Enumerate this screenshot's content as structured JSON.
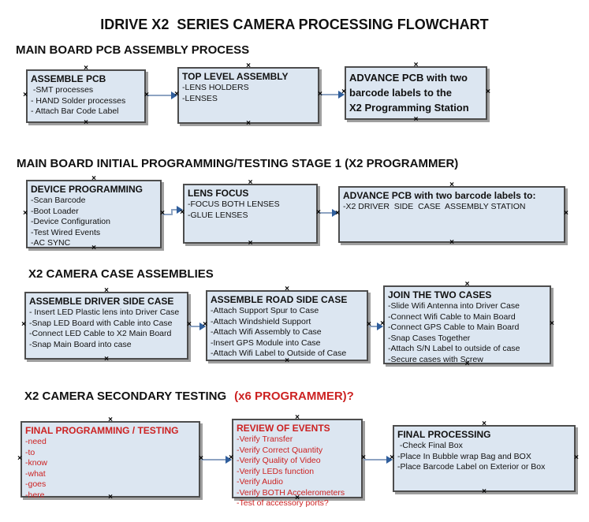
{
  "title": "IDRIVE X2  SERIES CAMERA PROCESSING FLOWCHART",
  "glyphs": {
    "anchor": "×"
  },
  "colors": {
    "box_fill": "#dce6f1",
    "box_border": "#4d4d4d",
    "box_shadow": "#9f9f9f",
    "arrow_line": "#8da3c2",
    "arrow_head": "#2f5e9c",
    "red_text": "#cc2222",
    "black_text": "#111111"
  },
  "sections": [
    {
      "header": "MAIN BOARD PCB ASSEMBLY PROCESS",
      "boxes": [
        {
          "title": "ASSEMBLE PCB",
          "items": [
            " -SMT processes",
            "- HAND Solder processes",
            "- Attach Bar Code Label"
          ]
        },
        {
          "title": "TOP LEVEL ASSEMBLY",
          "items": [
            "-LENS HOLDERS",
            "-LENSES"
          ]
        },
        {
          "title": "ADVANCE PCB with two\nbarcode labels to the\n X2 Programming Station",
          "items": []
        }
      ]
    },
    {
      "header": "MAIN BOARD INITIAL PROGRAMMING/TESTING STAGE 1 (X2 PROGRAMMER)",
      "boxes": [
        {
          "title": "DEVICE PROGRAMMING",
          "items": [
            "-Scan Barcode",
            "-Boot Loader",
            "-Device Configuration",
            "-Test Wired Events",
            "-AC SYNC"
          ]
        },
        {
          "title": "LENS FOCUS",
          "items": [
            "-FOCUS BOTH LENSES",
            "-GLUE LENSES"
          ]
        },
        {
          "title": "ADVANCE PCB with two barcode labels to:",
          "items": [
            "-X2 DRIVER  SIDE  CASE  ASSEMBLY STATION"
          ]
        }
      ]
    },
    {
      "header": "X2 CAMERA CASE ASSEMBLIES",
      "boxes": [
        {
          "title": "ASSEMBLE DRIVER SIDE CASE",
          "items": [
            "- Insert LED Plastic lens into Driver Case",
            "-Snap LED Board with Cable into Case",
            "-Connect LED Cable to X2 Main Board",
            "-Snap Main Board into case"
          ]
        },
        {
          "title": "ASSEMBLE ROAD SIDE CASE",
          "items": [
            "-Attach Support Spur to Case",
            "-Attach Windshield Support",
            "-Attach Wifi Assembly to Case",
            "-Insert GPS Module into Case",
            "-Attach Wifi Label to Outside of Case"
          ]
        },
        {
          "title": "JOIN THE TWO CASES",
          "items": [
            "-Slide Wifi Antenna into Driver Case",
            "-Connect Wifi Cable to Main Board",
            "-Connect GPS Cable to Main Board",
            "-Snap Cases Together",
            "-Attach S/N Label to outside of case",
            "-Secure cases with Screw"
          ]
        }
      ]
    },
    {
      "header": "X2 CAMERA SECONDARY TESTING",
      "header_red": "(x6 PROGRAMMER)?",
      "boxes": [
        {
          "title": "FINAL PROGRAMMING / TESTING",
          "items": [
            "-need",
            "-to",
            "-know",
            "-what",
            "-goes",
            "-here"
          ]
        },
        {
          "title": "REVIEW OF EVENTS",
          "items": [
            "-Verify Transfer",
            "-Verify Correct Quantity",
            "-Verify Quality of Video",
            "-Verify LEDs function",
            "-Verify Audio",
            "-Verify BOTH Accelerometers",
            "-Test of accessory ports?"
          ]
        },
        {
          "title": "FINAL PROCESSING",
          "items": [
            " -Check Final Box",
            "-Place In Bubble wrap Bag and BOX",
            "-Place Barcode Label on Exterior or Box"
          ]
        }
      ]
    }
  ]
}
